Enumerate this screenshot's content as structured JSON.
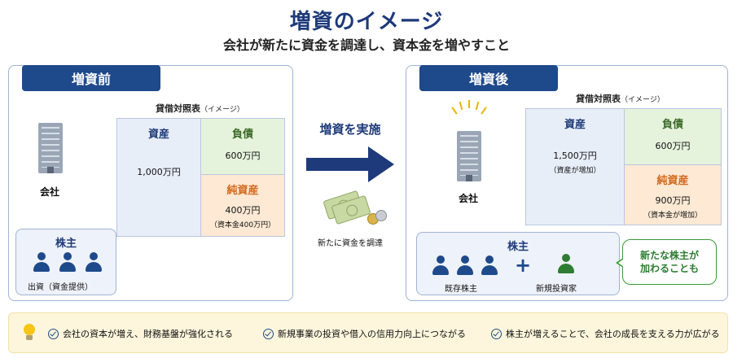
{
  "title": "増資のイメージ",
  "subtitle": "会社が新たに資金を調達し、資本金を増やすこと",
  "before": {
    "tab": "増資前",
    "bs_caption": "貸借対照表",
    "bs_caption_note": "（イメージ）",
    "assets": {
      "label": "資産",
      "value": "1,000万円"
    },
    "liabilities": {
      "label": "負債",
      "value": "600万円"
    },
    "equity": {
      "label": "純資産",
      "value": "400万円",
      "note": "（資本金400万円）"
    },
    "company": "会社",
    "shareholders": {
      "title": "株主",
      "caption": "出資（資金提供）"
    }
  },
  "middle": {
    "action": "増資を実施",
    "money_caption": "新たに資金を調達"
  },
  "after": {
    "tab": "増資後",
    "bs_caption": "貸借対照表",
    "bs_caption_note": "（イメージ）",
    "assets": {
      "label": "資産",
      "value": "1,500万円",
      "note": "（資産が増加）"
    },
    "liabilities": {
      "label": "負債",
      "value": "600万円"
    },
    "equity": {
      "label": "純資産",
      "value": "900万円",
      "note": "（資本金が増加）"
    },
    "company": "会社",
    "shareholders": {
      "title": "株主",
      "existing": "既存株主",
      "new": "新規投資家"
    },
    "bubble": "新たな株主が\n加わることも"
  },
  "footer": {
    "points": [
      "会社の資本が増え、財務基盤が強化される",
      "新規事業の投資や借入の信用力向上につながる",
      "株主が増えることで、会社の成長を支える力が広がる"
    ]
  },
  "colors": {
    "navy": "#1e4a8c",
    "assets_bg": "#e8eef8",
    "liabilities_bg": "#e6f3dc",
    "equity_bg": "#fde9d4",
    "footer_bg": "#fdf6dc",
    "green": "#2e7d32"
  },
  "icons": [
    "building-icon",
    "person-icon",
    "arrow-right-icon",
    "money-icon",
    "lightbulb-icon",
    "check-circle-icon"
  ]
}
